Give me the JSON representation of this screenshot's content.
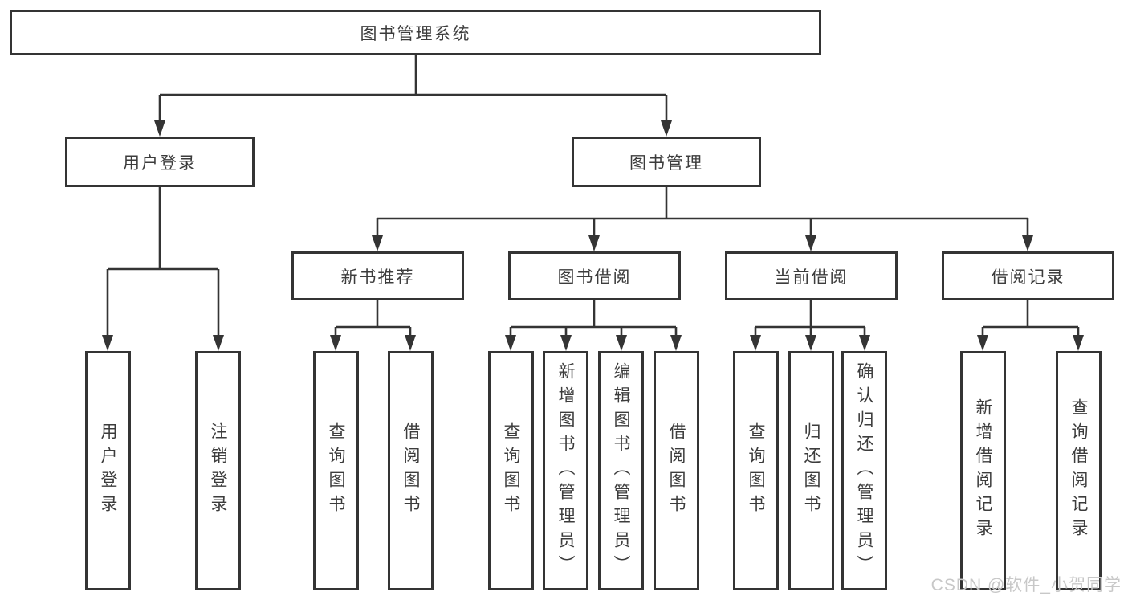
{
  "tree": {
    "root": "图书管理系统",
    "branches": [
      {
        "label": "用户登录",
        "leaves": [
          "用户登录",
          "注销登录"
        ]
      },
      {
        "label": "图书管理",
        "groups": [
          {
            "label": "新书推荐",
            "leaves": [
              "查询图书",
              "借阅图书"
            ]
          },
          {
            "label": "图书借阅",
            "leaves": [
              "查询图书",
              "新增图书（管理员）",
              "编辑图书（管理员）",
              "借阅图书"
            ]
          },
          {
            "label": "当前借阅",
            "leaves": [
              "查询图书",
              "归还图书",
              "确认归还（管理员）"
            ]
          },
          {
            "label": "借阅记录",
            "leaves": [
              "新增借阅记录",
              "查询借阅记录"
            ]
          }
        ]
      }
    ]
  },
  "watermark": "CSDN @软件_小贺同学",
  "colors": {
    "line": "#343434",
    "box_border": "#343434",
    "box_bg": "#ffffff",
    "text": "#3c3c3c",
    "watermark": "#c8c8c8"
  }
}
